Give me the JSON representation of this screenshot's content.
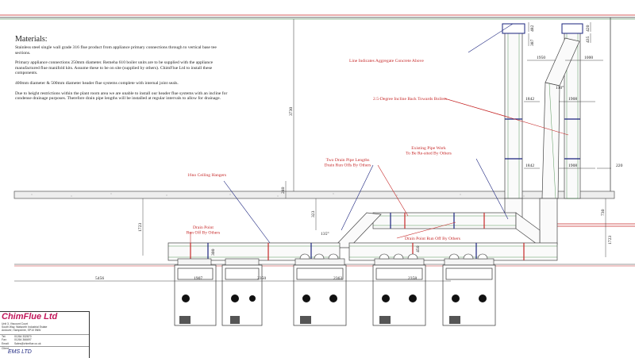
{
  "materials": {
    "heading": "Materials:",
    "paragraphs": [
      "Stainless steel single wall grade 316 flue product from appliance primary connections through to vertical base tee sections.",
      "Primary appliance connections 250mm diameter. Remeha 610 boiler units are to be supplied with the appliance manufactured flue manifold kits. Assume these to be on site (supplied by others). ChimFlue Ltd to install these components.",
      "400mm diameter & 500mm diameter header flue systems complete with internal joint seals.",
      "Due to height restrictions within the plant room area we are unable to install our header flue systems with an incline for condense drainage purposes. Therefore drain pipe lengths will be installed at regular intervals to allow for drainage."
    ]
  },
  "annotations": {
    "aggregate_line": "Line Indicates Aggregate Concrete Above",
    "incline": "2.5-Degree Incline Back Towards Boilers",
    "existing": "Existing Pipe Work\nTo Be Re-sited By Others",
    "drain_lengths": "Two Drain Pipe Lengths\nDrain Run Offs By Others",
    "ceiling_hangers": "16no Ceiling Hangers",
    "drain_point_1": "Drain Point\nRun Off By Others",
    "drain_point_2": "Drain Point Run Off By Others"
  },
  "dimensions": {
    "d482": "482",
    "d387": "387",
    "d420": "420",
    "d435": "435",
    "d1950": "1950",
    "d1000": "1000",
    "d110": "110°",
    "d1842a": "1842",
    "d1908a": "1908",
    "d1842b": "1842",
    "d1908b": "1908",
    "d220": "220",
    "d3730": "3730",
    "d240": "240",
    "d1723": "1723",
    "d323": "323",
    "d730": "730",
    "d1723b": "1723",
    "d135": "135°",
    "d300": "300",
    "d450": "450",
    "d5456": "5456",
    "d1907": "1907",
    "d2350": "2350",
    "d2363": "2363",
    "d2358": "2358"
  },
  "title_block": {
    "company": "ChimFlue Ltd",
    "address": [
      "Unit 3, Viscount Court",
      "South Way, Walworth Industrial Estate",
      "Andover, Hampshire, SP10 5NW"
    ],
    "contacts": [
      {
        "k": "Tel:",
        "v": "01264 332870"
      },
      {
        "k": "Fax:",
        "v": "01264 366697"
      },
      {
        "k": "Email:",
        "v": "Sales@chimflue.co.uk"
      }
    ],
    "client_label": "Client:",
    "client": "EMS LTD"
  }
}
